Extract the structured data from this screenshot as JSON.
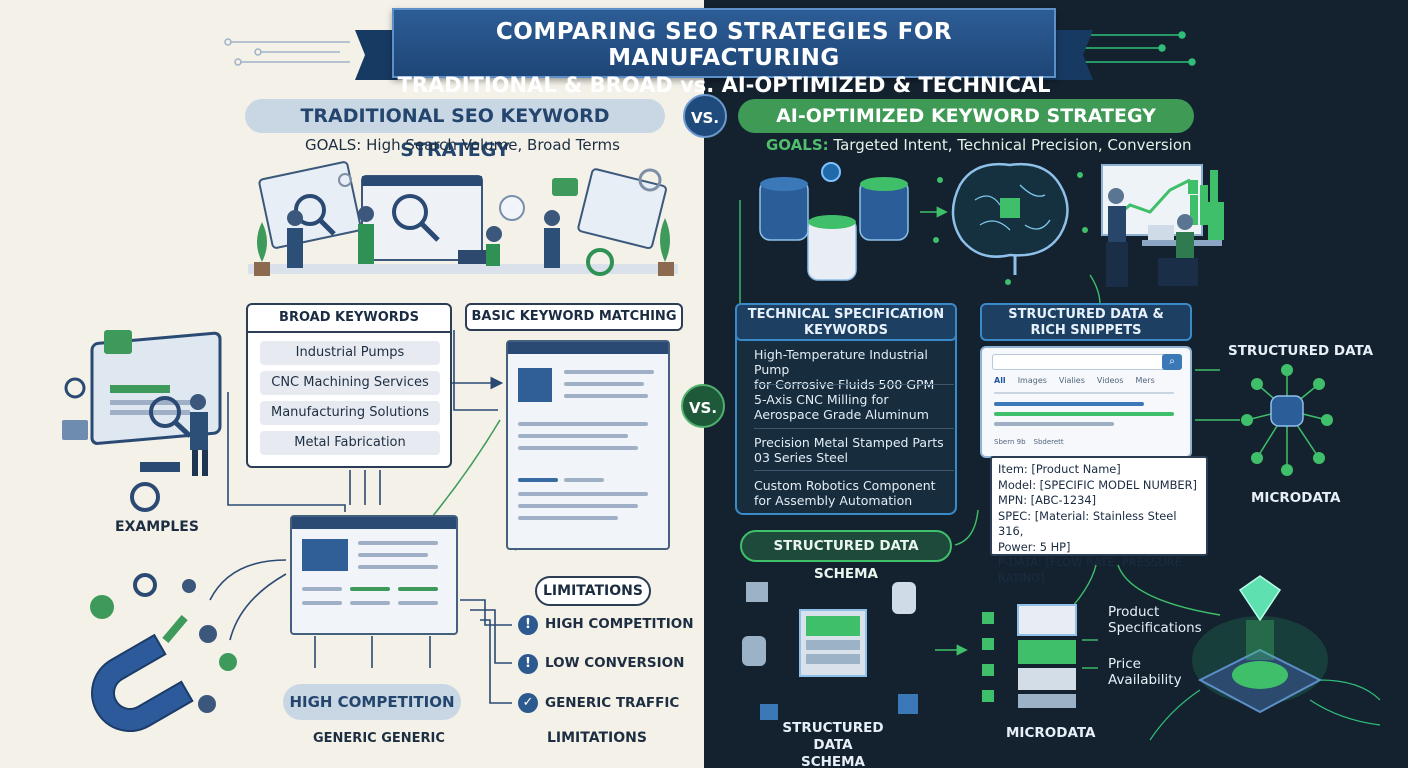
{
  "title": {
    "line1": "COMPARING SEO STRATEGIES FOR MANUFACTURING",
    "line2": "TRADITIONAL & BROAD vs. AI-OPTIMIZED & TECHNICAL"
  },
  "vs_label": "VS.",
  "left": {
    "heading": "TRADITIONAL SEO KEYWORD STRATEGY",
    "goals_label": "GOALS:",
    "goals_text": "High Search Volume, Broad Terms",
    "broad_keywords": {
      "header": "BROAD KEYWORDS",
      "items": [
        "Industrial Pumps",
        "CNC Machining Services",
        "Manufacturing Solutions",
        "Metal Fabrication"
      ]
    },
    "basic_matching": "BASIC KEYWORD MATCHING",
    "examples_label": "EXAMPLES",
    "limitations_header": "LIMITATIONS",
    "limitations": [
      {
        "icon": "!",
        "text": "HIGH COMPETITION"
      },
      {
        "icon": "!",
        "text": "LOW CONVERSION"
      },
      {
        "icon": "✓",
        "text": "GENERIC TRAFFIC"
      }
    ],
    "high_competition_pill": "HIGH COMPETITION",
    "generic_label": "GENERIC GENERIC",
    "limitations_footer": "LIMITATIONS"
  },
  "right": {
    "heading": "AI-OPTIMIZED KEYWORD STRATEGY",
    "goals_label": "GOALS:",
    "goals_text": "Targeted Intent, Technical Precision, Conversion",
    "tech_spec": {
      "header_line1": "TECHNICAL SPECIFICATION",
      "header_line2": "KEYWORDS",
      "items": [
        [
          "High-Temperature Industrial Pump",
          "for Corrosive Fluids 500 GPM"
        ],
        [
          "5-Axis CNC Milling for",
          "Aerospace Grade Aluminum"
        ],
        [
          "Precision Metal Stamped Parts",
          "03 Series Steel"
        ],
        [
          "Custom Robotics Component",
          "for Assembly Automation"
        ]
      ]
    },
    "structured_header": [
      "STRUCTURED DATA &",
      "RICH SNIPPETS"
    ],
    "search_tabs": [
      "All",
      "Images",
      "Vialies",
      "Videos",
      "Mers"
    ],
    "snippet_meta": [
      "Sbern 9b",
      "Sbderett"
    ],
    "product_fields": [
      "Item: [Product Name]",
      "Model: [SPECIFIC MODEL NUMBER]",
      "MPN: [ABC-1234]",
      "SPEC: [Material: Stainless Steel 316,",
      "Power: 5 HP]",
      "P-DATA: [FLOW RATE, PRESSURE RATING]"
    ],
    "schema_pill": "STRUCTURED DATA SCHEMA",
    "structured_data_label": "STRUCTURED DATA",
    "microdata_label": "MICRODATA",
    "schema_bottom": [
      "STRUCTURED DATA",
      "SCHEMA"
    ],
    "microdata_bottom": "MICRODATA",
    "product_specs": [
      "Product",
      "Specifications"
    ],
    "price_availability": [
      "Price",
      "Availability"
    ]
  },
  "colors": {
    "banner": "#2d5d96",
    "left_bg": "#f4f1e8",
    "right_bg": "#14222f",
    "accent_green": "#3f9a56",
    "accent_blue": "#3a89c9"
  }
}
